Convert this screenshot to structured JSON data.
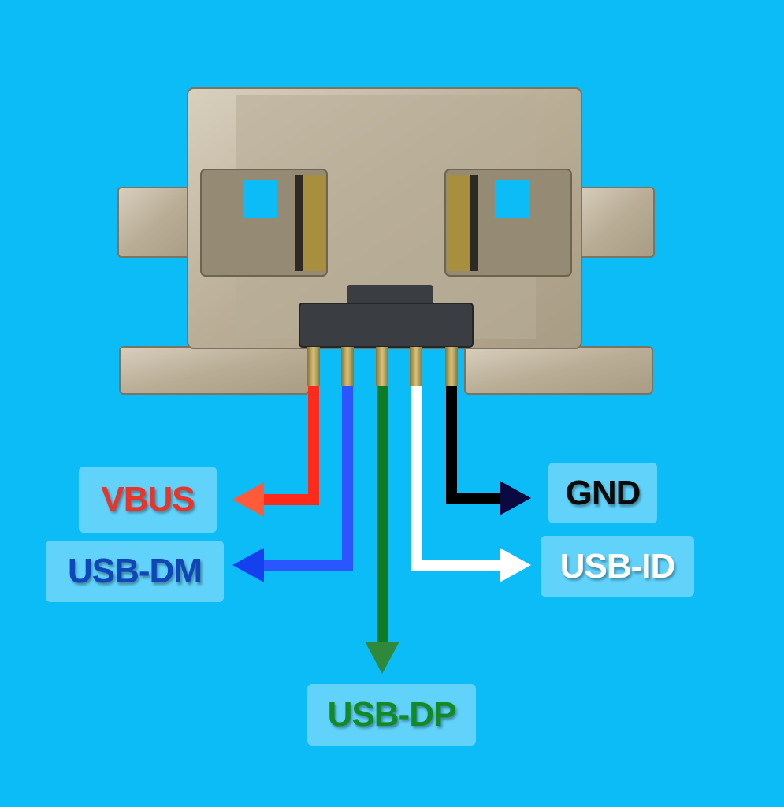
{
  "pins": [
    {
      "name": "VBUS",
      "color": "#ff2a1a",
      "text_color": "#e8342a"
    },
    {
      "name": "USB-DM",
      "color": "#2a55ff",
      "text_color": "#1046b8"
    },
    {
      "name": "USB-DP",
      "color": "#0f7a22",
      "text_color": "#138a26"
    },
    {
      "name": "USB-ID",
      "color": "#ffffff",
      "text_color": "#ffffff"
    },
    {
      "name": "GND",
      "color": "#000000",
      "text_color": "#0a0a0a"
    }
  ],
  "background_color": "#0bbcf6"
}
